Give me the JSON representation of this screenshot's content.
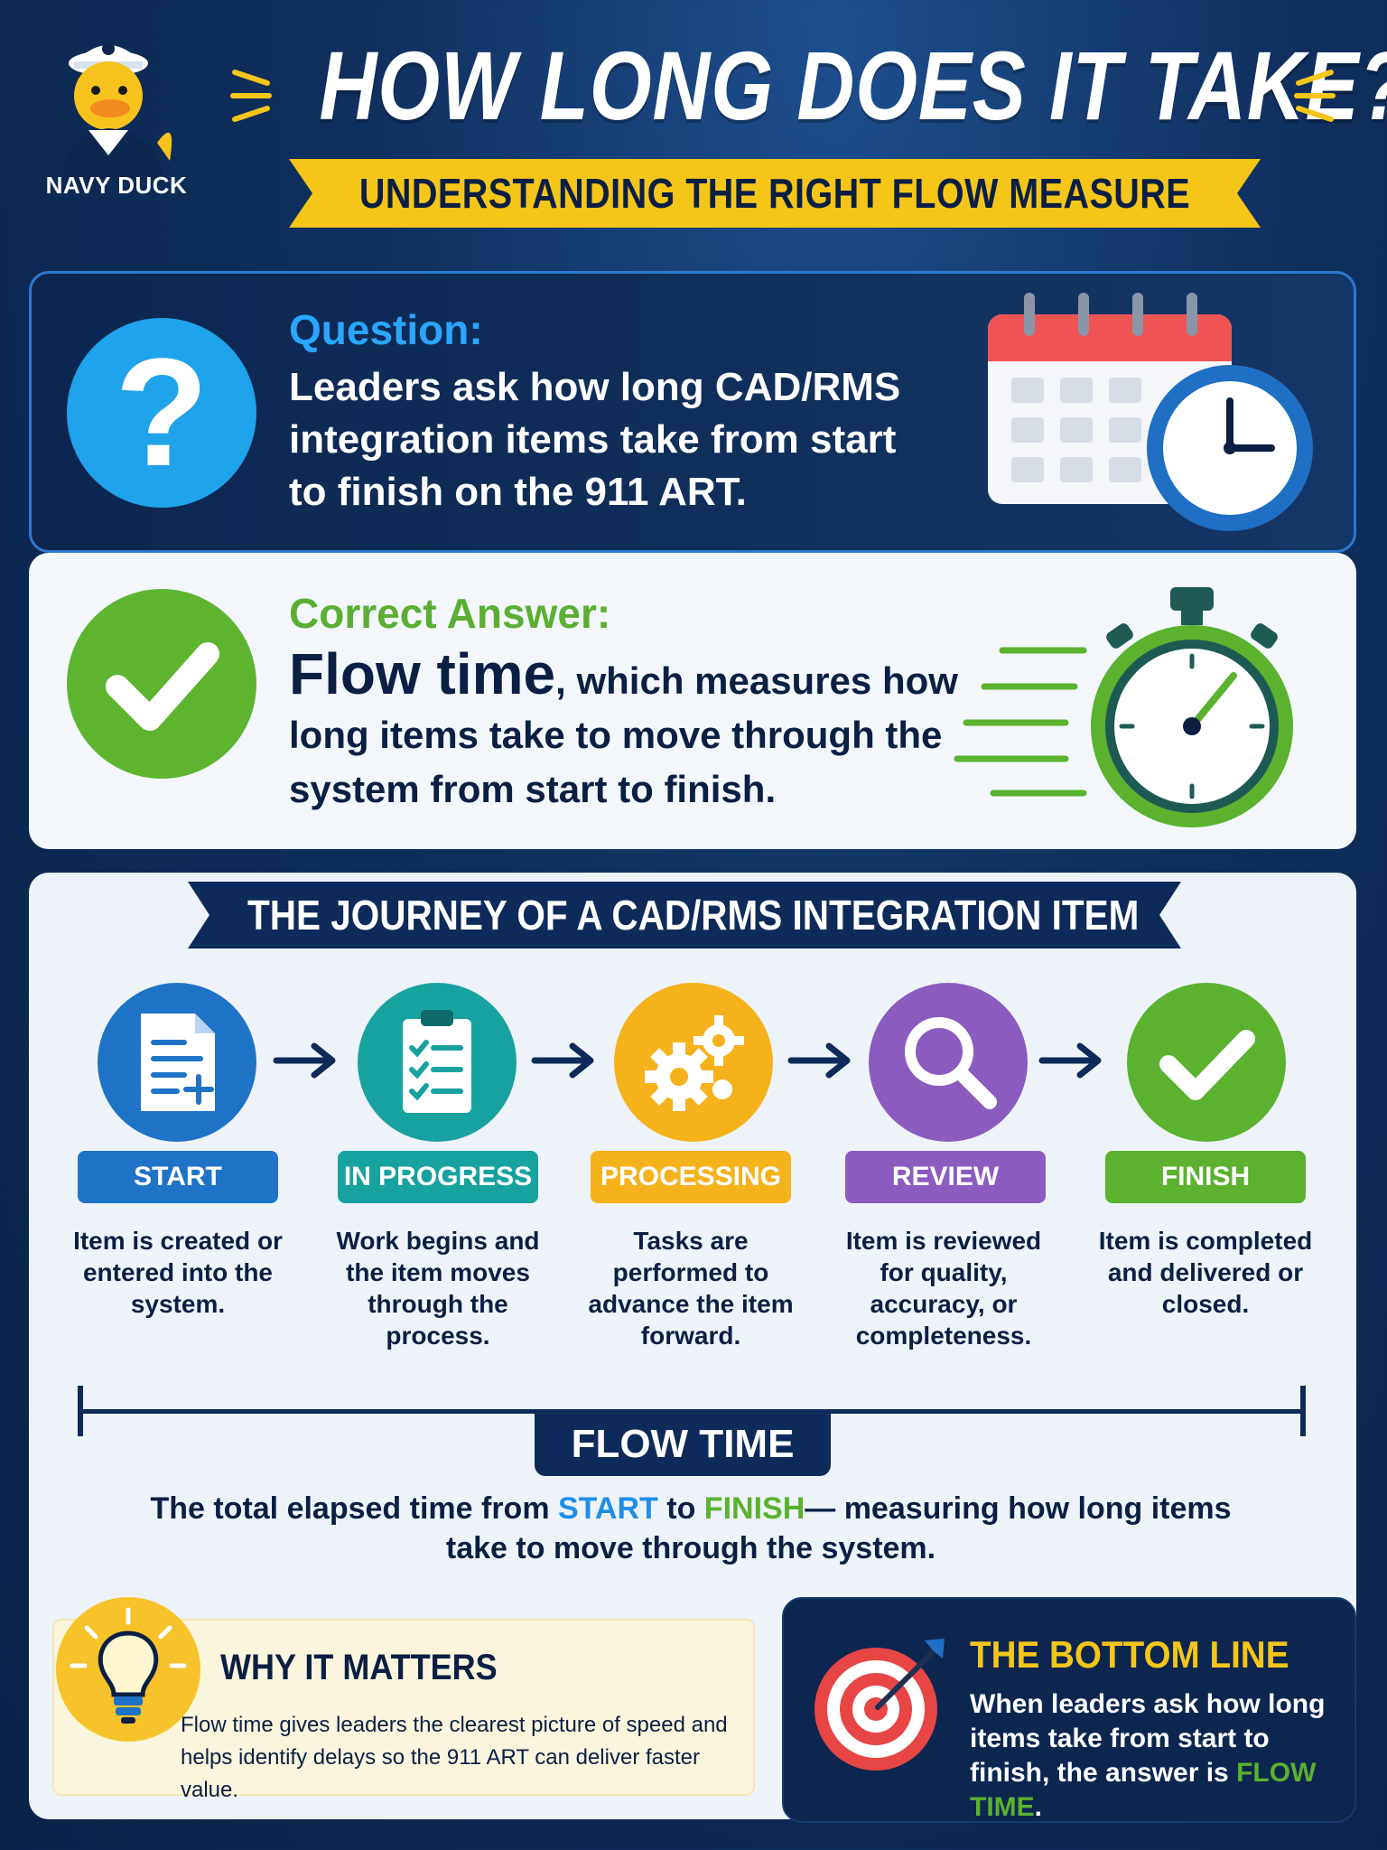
{
  "brand": {
    "name": "NAVY DUCK"
  },
  "header": {
    "title": "HOW LONG DOES IT TAKE?",
    "subtitle": "UNDERSTANDING THE RIGHT FLOW MEASURE"
  },
  "question": {
    "label": "Question:",
    "text": "Leaders ask how long CAD/RMS integration items take from start to finish on the 911 ART.",
    "icon": "question-mark-icon"
  },
  "answer": {
    "label": "Correct Answer:",
    "term": "Flow time",
    "text": ", which measures how long items take to move through the system from start to finish.",
    "icon": "checkmark-icon"
  },
  "journey": {
    "title": "THE JOURNEY OF A CAD/RMS INTEGRATION ITEM",
    "steps": [
      {
        "label": "START",
        "desc": "Item is created or entered into the system.",
        "color": "#1f73c7",
        "icon": "document-add-icon"
      },
      {
        "label": "IN PROGRESS",
        "desc": "Work begins and the item moves through the process.",
        "color": "#17a2a0",
        "icon": "clipboard-checklist-icon"
      },
      {
        "label": "PROCESSING",
        "desc": "Tasks are performed to advance the item forward.",
        "color": "#f5b21b",
        "icon": "gears-icon"
      },
      {
        "label": "REVIEW",
        "desc": "Item is reviewed for quality, accuracy, or completeness.",
        "color": "#8b5cc0",
        "icon": "magnifier-icon"
      },
      {
        "label": "FINISH",
        "desc": "Item is completed and delivered or closed.",
        "color": "#5ab22e",
        "icon": "checkmark-icon"
      }
    ]
  },
  "flow_time": {
    "label": "FLOW TIME",
    "desc_prefix": "The total elapsed time from ",
    "desc_start": "START",
    "desc_mid": " to ",
    "desc_finish": "FINISH",
    "desc_suffix": "— measuring how long items take to move through the system."
  },
  "why": {
    "title": "WHY IT MATTERS",
    "text": "Flow time gives leaders the clearest picture of speed and helps identify delays so the 911 ART can deliver faster value."
  },
  "bottom_line": {
    "title": "THE BOTTOM LINE",
    "text_prefix": "When leaders ask how long items take from start to finish, the answer is ",
    "highlight": "FLOW TIME",
    "text_suffix": "."
  },
  "colors": {
    "navy": "#0c2650",
    "accent_yellow": "#f5c518",
    "blue": "#1fa3ea",
    "green": "#5ab22e"
  }
}
